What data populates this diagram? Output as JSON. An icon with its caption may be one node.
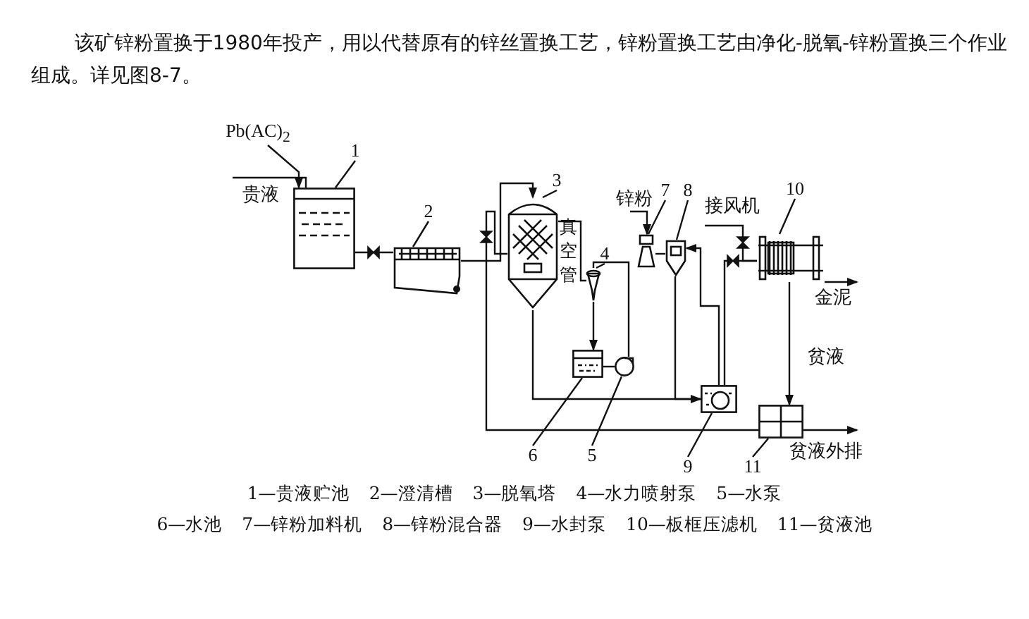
{
  "diagram": {
    "title": "该矿锌粉置换于1980年投产，用以代替原有的锌丝置换工艺，锌粉置换工艺由净化-脱氧-锌粉置换三个作业组成。详见图8-7。",
    "nodes": [
      {
        "text": [
          "1"
        ]
      },
      {
        "text": [],
        "shape": "box"
      },
      {
        "text": [
          "2"
        ]
      },
      {
        "text": [],
        "shape": "box"
      },
      {
        "text": [
          "3"
        ]
      },
      {
        "text": [],
        "shape": "cylinder"
      },
      {
        "text": [
          "4"
        ]
      },
      {
        "text": [],
        "shape": "cone"
      },
      {
        "text": [
          "5"
        ]
      },
      {
        "text": [],
        "shape": "circle"
      },
      {
        "text": [
          "6"
        ]
      },
      {
        "text": [],
        "shape": "box"
      },
      {
        "text": [
          "7"
        ]
      },
      {
        "text": [],
        "shape": "cone"
      },
      {
        "text": [
          "8"
        ]
      },
      {
        "text": [],
        "shape": "cone"
      },
      {
        "text": [
          "9"
        ]
      },
      {
        "text": [],
        "shape": "box"
      },
      {
        "text": [
          "10"
        ]
      },
      {
        "text": [],
        "shape": "box"
      },
      {
        "text": [
          "11"
        ]
      },
      {
        "text": [],
        "shape": "box"
      },
      {
        "text": [
          "Pb(AC)$_{2}$"
        ]
      }
    ],
    "edges": [
      {
        "from": null,
        "to": 1,
        "arrow": "none",
        "label": "贵液"
      },
      {
        "from": 22,
        "to": 1,
        "arrow": "to"
      },
      {
        "from": 1,
        "to": 3,
        "arrow": "none"
      },
      {
        "from": 3,
        "to": 5,
        "arrow": "to"
      },
      {
        "from": 5,
        "to": 7,
        "arrow": "none"
      },
      {
        "from": 7,
        "to": 11,
        "arrow": "to"
      },
      {
        "from": 11,
        "to": 9,
        "arrow": "none"
      },
      {
        "from": 9,
        "to": 7,
        "arrow": "none"
      },
      {
        "from": 5,
        "to": 17,
        "arrow": "none"
      },
      {
        "from": 15,
        "to": 17,
        "arrow": "to"
      },
      {
        "from": null,
        "to": 13,
        "arrow": "to",
        "label": "锌粉"
      },
      {
        "from": 13,
        "to": 15,
        "arrow": "none"
      },
      {
        "from": 17,
        "to": 15,
        "arrow": "to"
      },
      {
        "from": 17,
        "to": 19,
        "arrow": "none"
      },
      {
        "from": null,
        "to": 19,
        "arrow": "none",
        "label": "接风机"
      },
      {
        "from": 19,
        "to": null,
        "arrow": "to",
        "label": "金泥"
      },
      {
        "from": 19,
        "to": 21,
        "arrow": "to",
        "label": "贫液"
      },
      {
        "from": 5,
        "to": 21,
        "arrow": "none"
      },
      {
        "from": 21,
        "to": null,
        "arrow": "to",
        "label": "贫液外排"
      },
      {
        "from": 0,
        "to": 1,
        "arrow": "none"
      },
      {
        "from": 2,
        "to": 3,
        "arrow": "none"
      },
      {
        "from": 4,
        "to": 5,
        "arrow": "none"
      },
      {
        "from": 6,
        "to": 7,
        "arrow": "none"
      },
      {
        "from": 8,
        "to": 9,
        "arrow": "none"
      },
      {
        "from": 10,
        "to": 11,
        "arrow": "none"
      },
      {
        "from": 12,
        "to": 13,
        "arrow": "none"
      },
      {
        "from": 14,
        "to": 15,
        "arrow": "none"
      },
      {
        "from": 16,
        "to": 17,
        "arrow": "none"
      },
      {
        "from": 18,
        "to": 19,
        "arrow": "none"
      },
      {
        "from": 20,
        "to": 21,
        "arrow": "none"
      }
    ],
    "labels": [
      "真空管",
      "1—贵液贮池",
      "2—澄清槽",
      "3—脱氧塔",
      "4—水力喷射泵",
      "5—水泵",
      "6—水池",
      "7—锌粉加料机",
      "8—锌粉混合器",
      "9—水封泵",
      "10—板框压滤机",
      "11—贫液池"
    ]
  }
}
